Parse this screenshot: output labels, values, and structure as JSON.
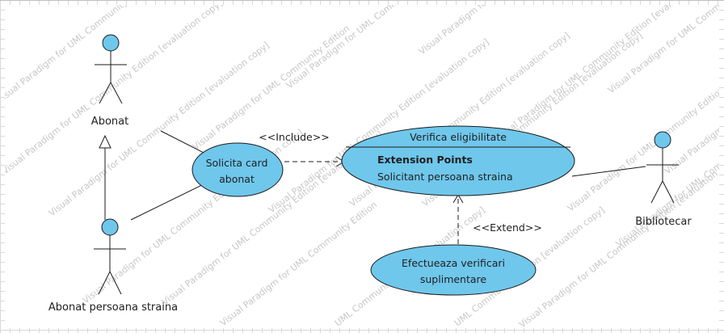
{
  "diagram": {
    "colors": {
      "fill": "#6fc7ec",
      "stroke": "#1b1b1b",
      "watermark": "#c7c7c7"
    },
    "actors": {
      "abonat": "Abonat",
      "abonat_strain": "Abonat persoana straina",
      "bibliotecar": "Bibliotecar"
    },
    "use_cases": {
      "solicita_line1": "Solicita card",
      "solicita_line2": "abonat",
      "verifica_title": "Verifica eligibilitate",
      "extension_points": "Extension Points",
      "extension_point_1": "Solicitant persoana straina",
      "efectueaza_line1": "Efectueaza verificari",
      "efectueaza_line2": "suplimentare"
    },
    "relationships": {
      "include": "<<Include>>",
      "extend": "<<Extend>>"
    },
    "watermark": {
      "text_a": "Visual Paradigm for UML Community Edition [evaluation copy]",
      "text_b": "Visual Paradigm for UML Community Edition",
      "text_c": "UML Community Edition [evaluation copy]"
    }
  }
}
